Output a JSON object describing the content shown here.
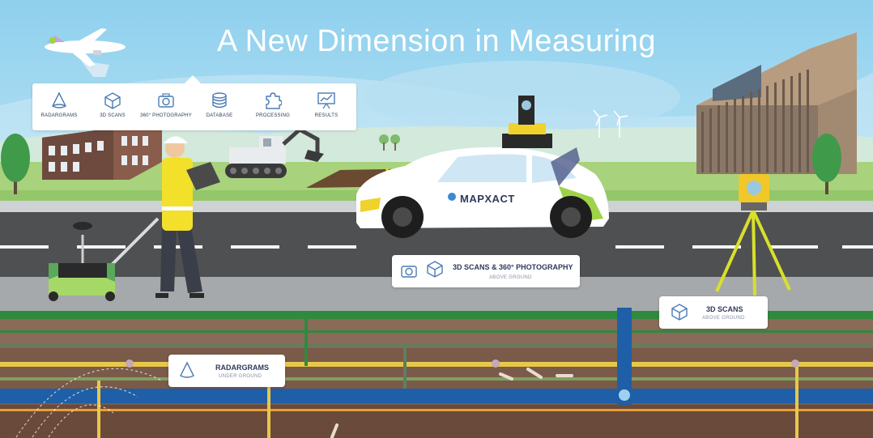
{
  "title": "A New Dimension in Measuring",
  "toolbar": {
    "items": [
      {
        "label": "RADARGRAMS",
        "icon": "cone-icon"
      },
      {
        "label": "3D SCANS",
        "icon": "cube-icon"
      },
      {
        "label": "360° PHOTOGRAPHY",
        "icon": "camera-icon"
      },
      {
        "label": "DATABASE",
        "icon": "database-icon"
      },
      {
        "label": "PROCESSING",
        "icon": "puzzle-icon"
      },
      {
        "label": "RESULTS",
        "icon": "chart-board-icon"
      }
    ]
  },
  "callouts": {
    "car": {
      "title": "3D SCANS & 360° PHOTOGRAPHY",
      "subtitle": "ABOVE GROUND"
    },
    "tripod": {
      "title": "3D SCANS",
      "subtitle": "ABOVE GROUND"
    },
    "radar": {
      "title": "RADARGRAMS",
      "subtitle": "UNDER GROUND"
    }
  },
  "car": {
    "brand": "MAPXACT"
  },
  "colors": {
    "sky": "#8fd0ee",
    "grass": "#9ccb6a",
    "road": "#4a4a4a",
    "accent": "#f0d22a",
    "text": "#2f3a5c"
  }
}
